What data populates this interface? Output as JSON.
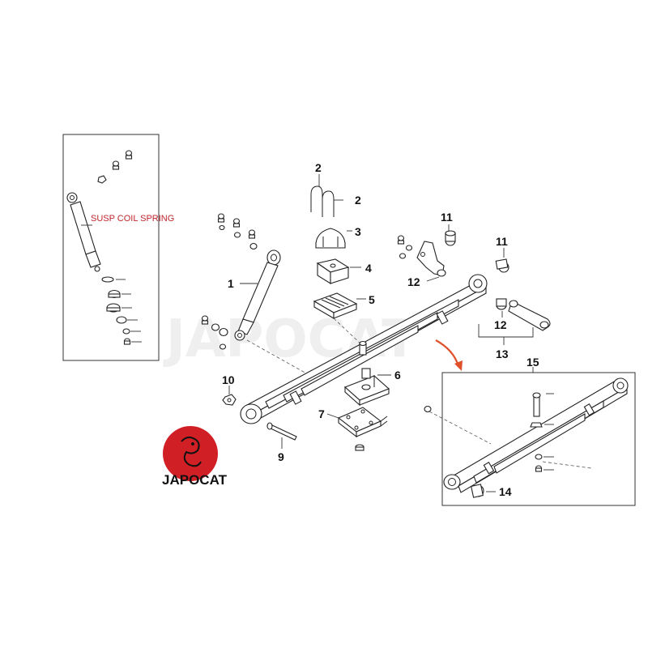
{
  "watermark": "JAPOCAT",
  "logo": {
    "text": "JAPOCAT",
    "color": "#d11f26"
  },
  "inset": {
    "label": "SUSP COIL SPRING"
  },
  "callouts": {
    "c1": "1",
    "c2a": "2",
    "c2b": "2",
    "c3": "3",
    "c4": "4",
    "c5": "5",
    "c6": "6",
    "c7": "7",
    "c9": "9",
    "c10": "10",
    "c11a": "11",
    "c11b": "11",
    "c12a": "12",
    "c12b": "12",
    "c13": "13",
    "c14": "14",
    "c15": "15"
  },
  "colors": {
    "accent": "#d11f26",
    "arrow": "#e0502a",
    "line": "#222222"
  }
}
